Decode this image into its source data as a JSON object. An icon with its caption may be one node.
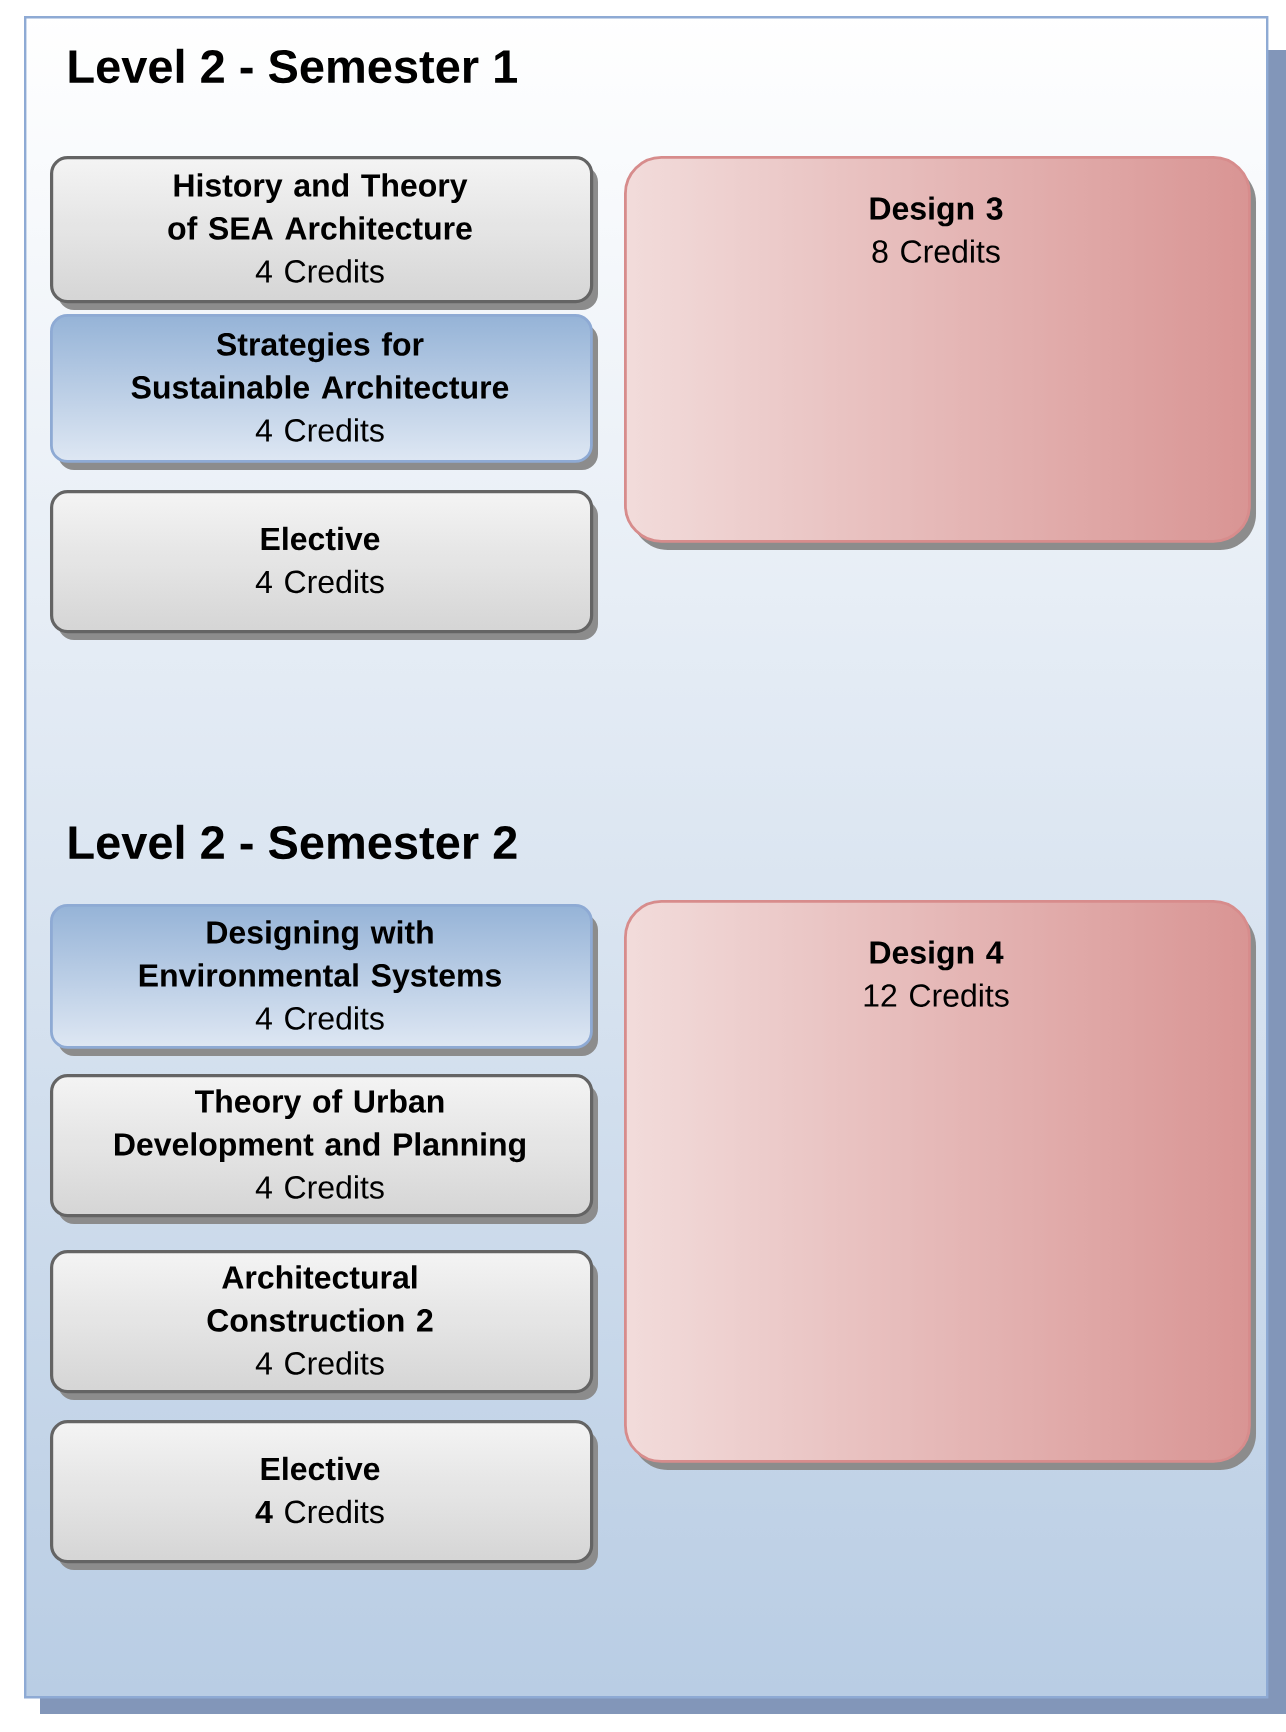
{
  "diagram": {
    "nodes": [
      {
        "text": [
          "Level 2 - Semester 1",
          "Level 2 - Semester 2"
        ]
      },
      {
        "text": [
          "History and Theory of SEA Architecture",
          "4 Credits"
        ],
        "in": 0
      },
      {
        "text": [
          "Strategies for Sustainable Architecture",
          "4 Credits"
        ],
        "in": 0
      },
      {
        "text": [
          "Elective",
          "4 Credits"
        ],
        "in": 0
      },
      {
        "text": [
          "Design 3",
          "8 Credits"
        ],
        "in": 0
      },
      {
        "text": [
          "Designing with Environmental Systems",
          "4 Credits"
        ],
        "in": 0
      },
      {
        "text": [
          "Theory of Urban Development and Planning",
          "4 Credits"
        ],
        "in": 0
      },
      {
        "text": [
          "Architectural Construction 2",
          "4 Credits"
        ],
        "in": 0
      },
      {
        "text": [
          "Elective",
          "**4** Credits"
        ],
        "in": 0
      },
      {
        "text": [
          "Design 4",
          "12 Credits"
        ],
        "in": 0
      }
    ]
  }
}
